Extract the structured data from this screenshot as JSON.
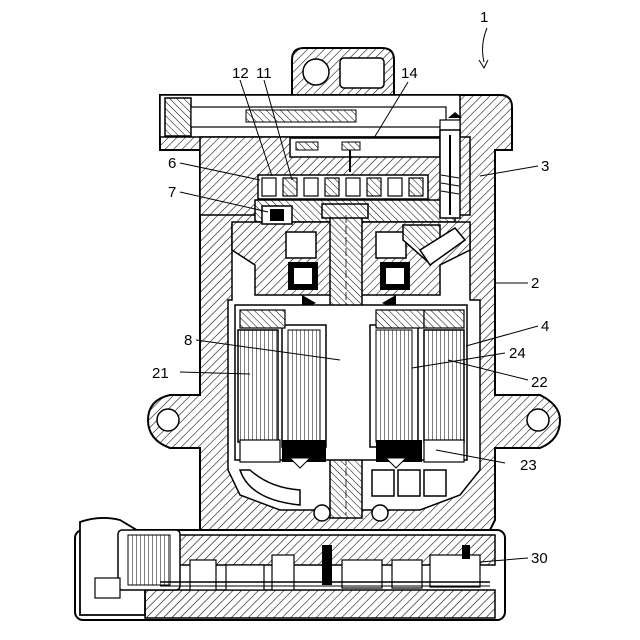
{
  "figure": {
    "reference_numerals": {
      "assembly": "1",
      "housing": "2",
      "housing_part": "3",
      "stator": "4",
      "part_6": "6",
      "part_7": "7",
      "shaft": "8",
      "scroll_11": "11",
      "scroll_12": "12",
      "discharge_chamber": "14",
      "part_21": "21",
      "part_22": "22",
      "part_23": "23",
      "part_24": "24",
      "inverter": "30"
    }
  }
}
